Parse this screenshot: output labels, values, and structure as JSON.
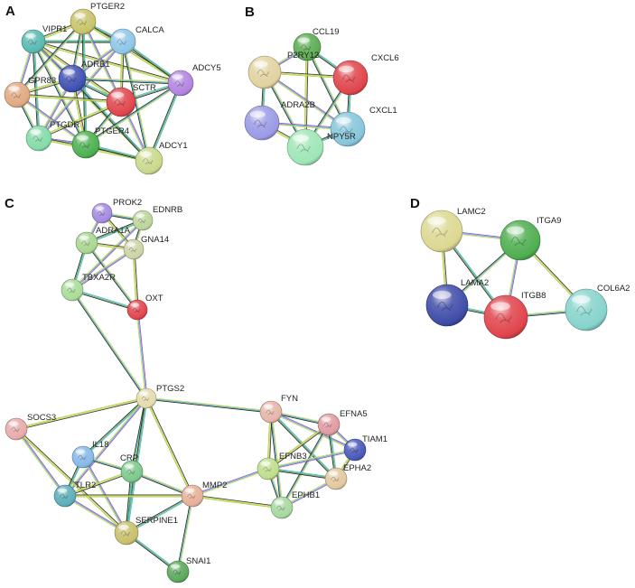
{
  "panels": [
    {
      "letter": "A",
      "nodes": [
        {
          "id": "PTGER2",
          "color": "#c8c46a",
          "label": "PTGER2"
        },
        {
          "id": "VIPR1",
          "color": "#58b9b0",
          "label": "VIPR1"
        },
        {
          "id": "CALCA",
          "color": "#8ec6e6",
          "label": "CALCA"
        },
        {
          "id": "ADRB1",
          "color": "#3f4fb2",
          "label": "ADRB1"
        },
        {
          "id": "GPR83",
          "color": "#e0a880",
          "label": "GPR83"
        },
        {
          "id": "SCTR",
          "color": "#e0444c",
          "label": "SCTR"
        },
        {
          "id": "ADCY5",
          "color": "#b184e0",
          "label": "ADCY5"
        },
        {
          "id": "PTGDR",
          "color": "#84dba8",
          "label": "PTGDR"
        },
        {
          "id": "PTGER4",
          "color": "#4cb04f",
          "label": "PTGER4"
        },
        {
          "id": "ADCY1",
          "color": "#c9d98a",
          "label": "ADCY1"
        }
      ],
      "edges": [
        [
          "VIPR1",
          "PTGER2"
        ],
        [
          "VIPR1",
          "CALCA"
        ],
        [
          "VIPR1",
          "ADRB1"
        ],
        [
          "VIPR1",
          "GPR83"
        ],
        [
          "VIPR1",
          "SCTR"
        ],
        [
          "VIPR1",
          "PTGDR"
        ],
        [
          "VIPR1",
          "PTGER4"
        ],
        [
          "VIPR1",
          "ADCY1"
        ],
        [
          "VIPR1",
          "ADCY5"
        ],
        [
          "PTGER2",
          "CALCA"
        ],
        [
          "PTGER2",
          "ADRB1"
        ],
        [
          "PTGER2",
          "SCTR"
        ],
        [
          "PTGER2",
          "ADCY5"
        ],
        [
          "PTGER2",
          "PTGER4"
        ],
        [
          "PTGER2",
          "GPR83"
        ],
        [
          "CALCA",
          "ADRB1"
        ],
        [
          "CALCA",
          "SCTR"
        ],
        [
          "CALCA",
          "ADCY5"
        ],
        [
          "CALCA",
          "ADCY1"
        ],
        [
          "CALCA",
          "PTGDR"
        ],
        [
          "ADRB1",
          "GPR83"
        ],
        [
          "ADRB1",
          "SCTR"
        ],
        [
          "ADRB1",
          "ADCY5"
        ],
        [
          "ADRB1",
          "PTGDR"
        ],
        [
          "ADRB1",
          "PTGER4"
        ],
        [
          "ADRB1",
          "ADCY1"
        ],
        [
          "GPR83",
          "PTGDR"
        ],
        [
          "GPR83",
          "PTGER4"
        ],
        [
          "GPR83",
          "SCTR"
        ],
        [
          "SCTR",
          "ADCY5"
        ],
        [
          "SCTR",
          "PTGER4"
        ],
        [
          "SCTR",
          "ADCY1"
        ],
        [
          "SCTR",
          "PTGDR"
        ],
        [
          "ADCY5",
          "ADCY1"
        ],
        [
          "ADCY5",
          "PTGER4"
        ],
        [
          "PTGDR",
          "PTGER4"
        ],
        [
          "PTGDR",
          "ADCY1"
        ],
        [
          "PTGER4",
          "ADCY1"
        ]
      ]
    },
    {
      "letter": "B",
      "nodes": [
        {
          "id": "CCL19",
          "color": "#5aad52",
          "label": "CCL19"
        },
        {
          "id": "P2RY12",
          "color": "#e2d2a0",
          "label": "P2RY12"
        },
        {
          "id": "CXCL6",
          "color": "#e0444c",
          "label": "CXCL6"
        },
        {
          "id": "ADRA2B",
          "color": "#9a9ae6",
          "label": "ADRA2B"
        },
        {
          "id": "NPY5R",
          "color": "#86c6da",
          "label": "NPY5R"
        },
        {
          "id": "CXCL1",
          "color": "#9ee6b6",
          "label": "CXCL1"
        }
      ],
      "edges": [
        [
          "CCL19",
          "CXCL6"
        ],
        [
          "CCL19",
          "NPY5R"
        ],
        [
          "CCL19",
          "P2RY12"
        ],
        [
          "CCL19",
          "CXCL1"
        ],
        [
          "P2RY12",
          "ADRA2B"
        ],
        [
          "P2RY12",
          "CXCL1"
        ],
        [
          "P2RY12",
          "NPY5R"
        ],
        [
          "P2RY12",
          "CXCL6"
        ],
        [
          "CXCL6",
          "NPY5R"
        ],
        [
          "CXCL6",
          "CXCL1"
        ],
        [
          "ADRA2B",
          "NPY5R"
        ],
        [
          "ADRA2B",
          "CXCL1"
        ],
        [
          "NPY5R",
          "CXCL1"
        ]
      ]
    },
    {
      "letter": "C",
      "nodes": [
        {
          "id": "PROK2",
          "color": "#a38be0",
          "label": "PROK2"
        },
        {
          "id": "EDNRB",
          "color": "#bcd49a",
          "label": "EDNRB"
        },
        {
          "id": "ADRA1A",
          "color": "#a8d690",
          "label": "ADRA1A"
        },
        {
          "id": "GNA14",
          "color": "#ccd4a6",
          "label": "GNA14"
        },
        {
          "id": "TBXA2R",
          "color": "#a8dc98",
          "label": "TBXA2R"
        },
        {
          "id": "OXT",
          "color": "#e0444c",
          "label": "OXT"
        },
        {
          "id": "PTGS2",
          "color": "#e4dcac",
          "label": "PTGS2"
        },
        {
          "id": "SOCS3",
          "color": "#e8aaaa",
          "label": "SOCS3"
        },
        {
          "id": "IL18",
          "color": "#86b8e6",
          "label": "IL18"
        },
        {
          "id": "CRP",
          "color": "#7cc88a",
          "label": "CRP"
        },
        {
          "id": "TLR2",
          "color": "#5aaeb8",
          "label": "TLR2"
        },
        {
          "id": "MMP2",
          "color": "#e6b098",
          "label": "MMP2"
        },
        {
          "id": "SERPINE1",
          "color": "#c8c06a",
          "label": "SERPINE1"
        },
        {
          "id": "SNAI1",
          "color": "#5aa85c",
          "label": "SNAI1"
        },
        {
          "id": "FYN",
          "color": "#e4b6a8",
          "label": "FYN"
        },
        {
          "id": "EFNA5",
          "color": "#e09aa0",
          "label": "EFNA5"
        },
        {
          "id": "TIAM1",
          "color": "#4a58b8",
          "label": "TIAM1"
        },
        {
          "id": "EFNB3",
          "color": "#bede8a",
          "label": "EFNB3"
        },
        {
          "id": "EPHA2",
          "color": "#e2c89e",
          "label": "EPHA2"
        },
        {
          "id": "EPHB1",
          "color": "#a6d8a0",
          "label": "EPHB1"
        }
      ],
      "edges": [
        [
          "PROK2",
          "EDNRB"
        ],
        [
          "PROK2",
          "ADRA1A"
        ],
        [
          "PROK2",
          "GNA14"
        ],
        [
          "EDNRB",
          "ADRA1A"
        ],
        [
          "EDNRB",
          "GNA14"
        ],
        [
          "EDNRB",
          "TBXA2R"
        ],
        [
          "ADRA1A",
          "GNA14"
        ],
        [
          "ADRA1A",
          "TBXA2R"
        ],
        [
          "ADRA1A",
          "OXT"
        ],
        [
          "GNA14",
          "TBXA2R"
        ],
        [
          "GNA14",
          "OXT"
        ],
        [
          "TBXA2R",
          "OXT"
        ],
        [
          "TBXA2R",
          "PTGS2"
        ],
        [
          "OXT",
          "PTGS2"
        ],
        [
          "PTGS2",
          "SOCS3"
        ],
        [
          "PTGS2",
          "IL18"
        ],
        [
          "PTGS2",
          "CRP"
        ],
        [
          "PTGS2",
          "TLR2"
        ],
        [
          "PTGS2",
          "MMP2"
        ],
        [
          "PTGS2",
          "SERPINE1"
        ],
        [
          "PTGS2",
          "FYN"
        ],
        [
          "SOCS3",
          "TLR2"
        ],
        [
          "SOCS3",
          "SERPINE1"
        ],
        [
          "IL18",
          "TLR2"
        ],
        [
          "IL18",
          "CRP"
        ],
        [
          "IL18",
          "SERPINE1"
        ],
        [
          "CRP",
          "TLR2"
        ],
        [
          "CRP",
          "SERPINE1"
        ],
        [
          "CRP",
          "MMP2"
        ],
        [
          "TLR2",
          "SERPINE1"
        ],
        [
          "TLR2",
          "MMP2"
        ],
        [
          "MMP2",
          "SERPINE1"
        ],
        [
          "MMP2",
          "SNAI1"
        ],
        [
          "MMP2",
          "EFNB3"
        ],
        [
          "MMP2",
          "EPHB1"
        ],
        [
          "SERPINE1",
          "SNAI1"
        ],
        [
          "FYN",
          "EFNA5"
        ],
        [
          "FYN",
          "TIAM1"
        ],
        [
          "FYN",
          "EFNB3"
        ],
        [
          "FYN",
          "EPHA2"
        ],
        [
          "FYN",
          "EPHB1"
        ],
        [
          "EFNA5",
          "TIAM1"
        ],
        [
          "EFNA5",
          "EFNB3"
        ],
        [
          "EFNA5",
          "EPHA2"
        ],
        [
          "EFNA5",
          "EPHB1"
        ],
        [
          "TIAM1",
          "EFNB3"
        ],
        [
          "TIAM1",
          "EPHA2"
        ],
        [
          "EFNB3",
          "EPHA2"
        ],
        [
          "EFNB3",
          "EPHB1"
        ],
        [
          "EPHA2",
          "EPHB1"
        ]
      ]
    },
    {
      "letter": "D",
      "nodes": [
        {
          "id": "LAMC2",
          "color": "#dcd892",
          "label": "LAMC2"
        },
        {
          "id": "ITGA9",
          "color": "#4fae50",
          "label": "ITGA9"
        },
        {
          "id": "LAMA2",
          "color": "#3f4ca8",
          "label": "LAMA2"
        },
        {
          "id": "ITGB8",
          "color": "#e0444c",
          "label": "ITGB8"
        },
        {
          "id": "COL6A2",
          "color": "#86d4cc",
          "label": "COL6A2"
        }
      ],
      "edges": [
        [
          "LAMC2",
          "ITGA9"
        ],
        [
          "LAMC2",
          "LAMA2"
        ],
        [
          "LAMC2",
          "ITGB8"
        ],
        [
          "ITGA9",
          "LAMA2"
        ],
        [
          "ITGA9",
          "ITGB8"
        ],
        [
          "ITGA9",
          "COL6A2"
        ],
        [
          "LAMA2",
          "ITGB8"
        ],
        [
          "ITGB8",
          "COL6A2"
        ]
      ]
    }
  ]
}
